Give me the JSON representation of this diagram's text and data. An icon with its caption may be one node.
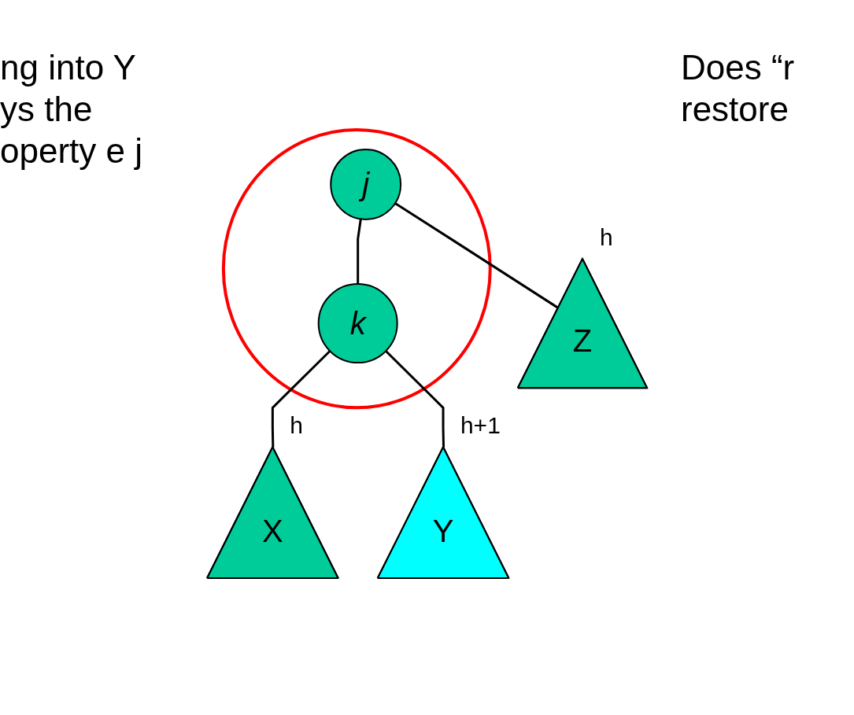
{
  "diagram": {
    "nodes": [
      {
        "text": [],
        "shape": "ellipse"
      },
      {
        "text": [
          "j"
        ],
        "in": 0
      },
      {
        "text": [
          "k"
        ],
        "in": 0
      },
      {
        "text": [
          "Z"
        ],
        "beside": [
          "h"
        ]
      },
      {
        "text": [
          "X"
        ],
        "beside": [
          "h"
        ]
      },
      {
        "text": [
          "Y"
        ],
        "beside": [
          "h+1"
        ]
      }
    ],
    "edges": [
      {
        "from": 1,
        "to": 2,
        "arrow": "none"
      },
      {
        "from": 1,
        "to": 3,
        "arrow": "none"
      },
      {
        "from": 2,
        "to": 4,
        "arrow": "none"
      },
      {
        "from": 2,
        "to": 5,
        "arrow": "none"
      }
    ],
    "labels": [
      "ng into Y ys the operty e j",
      "Does “r restore"
    ]
  }
}
